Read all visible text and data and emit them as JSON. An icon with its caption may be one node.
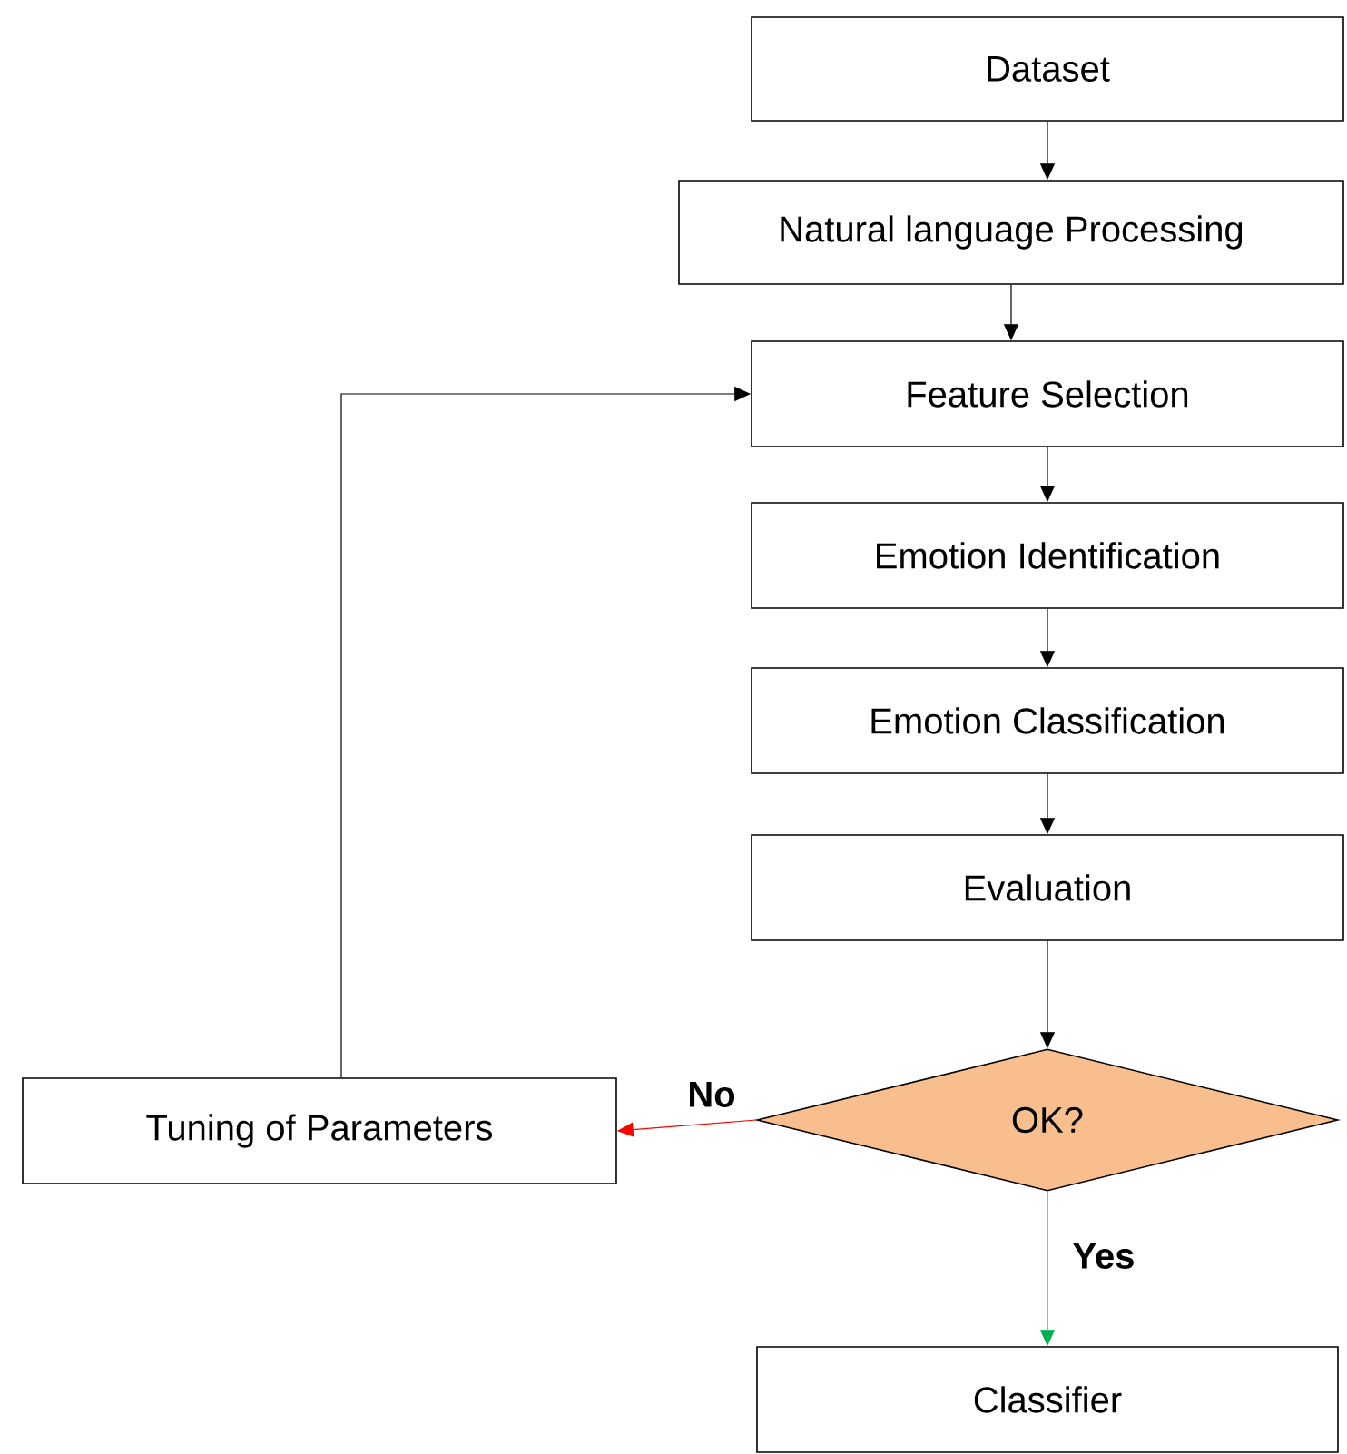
{
  "diagram": {
    "nodes": [
      {
        "text": [
          "Dataset"
        ]
      },
      {
        "text": [
          "Natural language Processing"
        ]
      },
      {
        "text": [
          "Feature Selection"
        ]
      },
      {
        "text": [
          "Emotion Identification"
        ]
      },
      {
        "text": [
          "Emotion Classification"
        ]
      },
      {
        "text": [
          "Evaluation"
        ]
      },
      {
        "text": [
          "OK?"
        ]
      },
      {
        "text": [
          "Tuning of Parameters"
        ]
      },
      {
        "text": [
          "Classifier"
        ]
      }
    ],
    "edges": [
      {
        "from": 0,
        "to": 1,
        "arrow": "to"
      },
      {
        "from": 1,
        "to": 2,
        "arrow": "to"
      },
      {
        "from": 2,
        "to": 3,
        "arrow": "to"
      },
      {
        "from": 3,
        "to": 4,
        "arrow": "to"
      },
      {
        "from": 4,
        "to": 5,
        "arrow": "to"
      },
      {
        "from": 5,
        "to": 6,
        "arrow": "to"
      },
      {
        "from": 6,
        "to": 7,
        "arrow": "to",
        "label": "No",
        "color": "#ff0000"
      },
      {
        "from": 6,
        "to": 8,
        "arrow": "to",
        "label": "Yes",
        "color": "#00b050"
      },
      {
        "from": 7,
        "to": 2,
        "arrow": "to"
      }
    ]
  }
}
